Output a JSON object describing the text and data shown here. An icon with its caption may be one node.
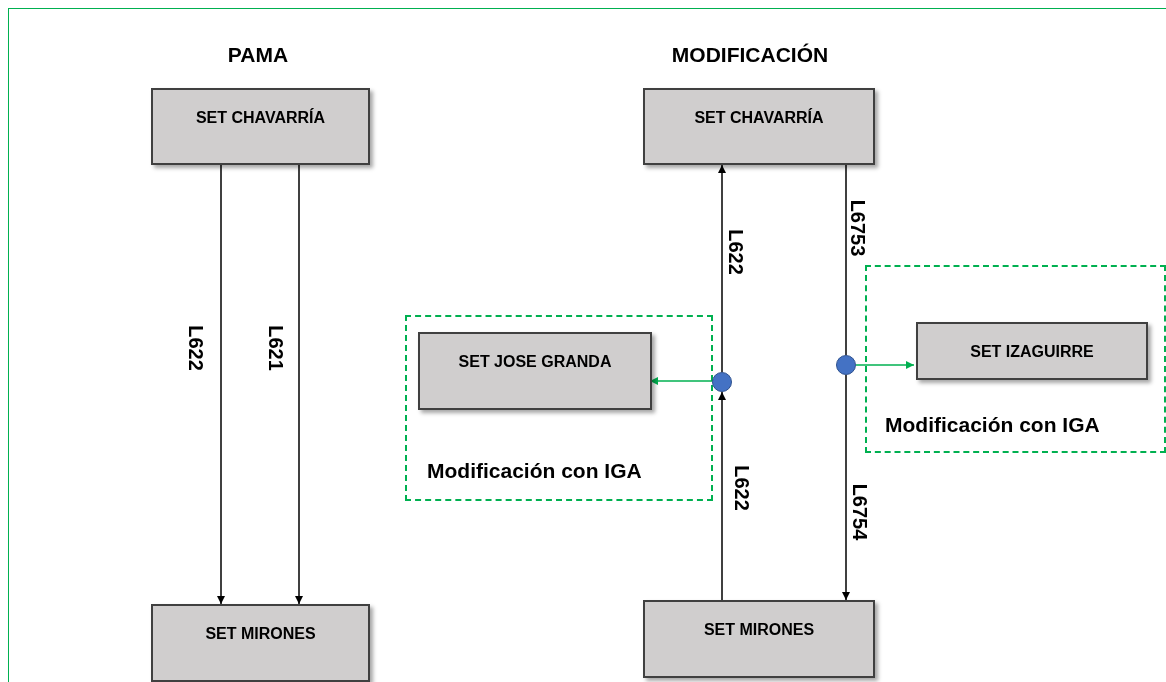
{
  "diagram": {
    "nodes": [
      {
        "text": [
          "SET CHAVARRÍA"
        ]
      },
      {
        "text": [
          "SET MIRONES"
        ]
      },
      {
        "text": [
          "SET CHAVARRÍA"
        ]
      },
      {
        "text": [
          "Modificación con IGA"
        ]
      },
      {
        "text": [
          "SET JOSE GRANDA"
        ],
        "in": 3
      },
      {
        "text": [
          "Modificación con IGA"
        ]
      },
      {
        "text": [
          "SET IZAGUIRRE"
        ],
        "in": 5
      },
      {
        "text": [],
        "shape": "circle"
      },
      {
        "text": [],
        "shape": "circle"
      },
      {
        "text": [
          "SET MIRONES"
        ]
      }
    ],
    "edges": [
      {
        "from": 0,
        "to": 1,
        "arrow": "to",
        "label": "L622"
      },
      {
        "from": 0,
        "to": 1,
        "arrow": "to",
        "label": "L621"
      },
      {
        "from": 7,
        "to": 2,
        "arrow": "to",
        "label": "L622"
      },
      {
        "from": 9,
        "to": 7,
        "arrow": "to",
        "label": "L622"
      },
      {
        "from": 7,
        "to": 4,
        "arrow": "to",
        "color": "#00b050"
      },
      {
        "from": 2,
        "to": 8,
        "arrow": "none",
        "label": "L6753"
      },
      {
        "from": 8,
        "to": 9,
        "arrow": "to",
        "label": "L6754"
      },
      {
        "from": 8,
        "to": 6,
        "arrow": "to",
        "color": "#00b050"
      }
    ],
    "labels": [
      "PAMA",
      "MODIFICACIÓN"
    ]
  }
}
